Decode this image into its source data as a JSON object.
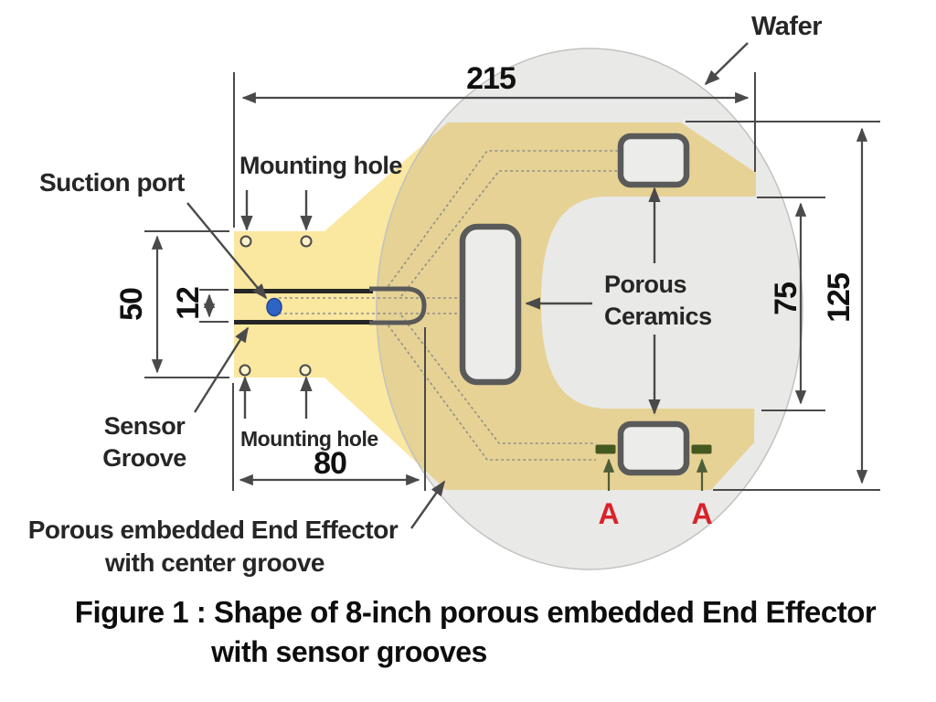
{
  "caption": {
    "line1": "Figure 1 : Shape of 8-inch porous embedded End Effector",
    "line2": "with sensor grooves"
  },
  "labels": {
    "wafer": "Wafer",
    "suction_port": "Suction port",
    "mounting_hole_top": "Mounting hole",
    "mounting_hole_bottom": "Mounting hole",
    "sensor_groove": [
      "Sensor",
      "Groove"
    ],
    "porous_ceramics": [
      "Porous",
      "Ceramics"
    ],
    "end_effector": [
      "Porous embedded End Effector",
      "with center groove"
    ],
    "section_markers": [
      "A",
      "A"
    ]
  },
  "dimensions_mm": {
    "total_length": "215",
    "handle_width": "50",
    "center_groove_width": "12",
    "handle_length": "80",
    "pad_height": "125",
    "inner_opening_height": "75"
  },
  "colors": {
    "effector_yellow": "#FAE7A0",
    "effector_yellow_on_wafer": "#E6D295",
    "wafer_gray": "#E9E9E8",
    "wafer_edge": "#C2C2BF",
    "ceramic_fill": "#ECECEA",
    "hole_fill": "#FBF2C8",
    "suction_port_blue": "#2F63C5",
    "suction_port_edge": "#1F4693",
    "sensor_bar_green": "#44591F",
    "section_marker_red": "#D8232A"
  }
}
